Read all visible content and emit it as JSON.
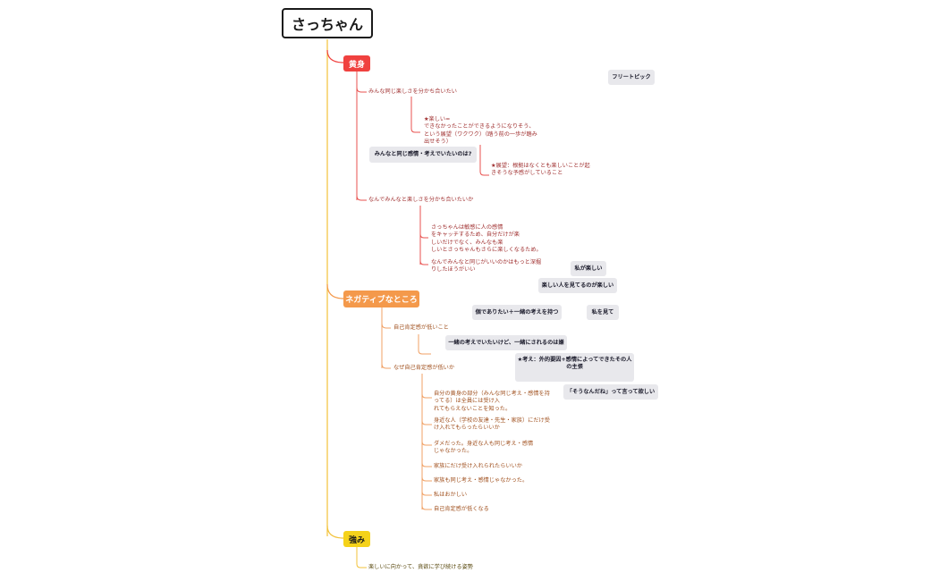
{
  "root": "さっちゃん",
  "branches": {
    "red": "黄身",
    "orange": "ネガティブなところ",
    "yellow": "強み"
  },
  "red_items": {
    "share_fun": "みんな同じ楽しさを分かち合いたい",
    "star_fun": "★楽しい=\nできなかったことができるようになりそう、\nという展望（ワクワク）（踏う前の一歩が踏み\n出せそう）",
    "star_prospect": "★展望：根拠はなくとも楽しいことが起\nきそうな予感がしていること",
    "why_share": "なんでみんなと楽しさを分かち合いたいか",
    "sensitive": "さっちゃんは敏感に人の感情\nをキャッチするため、自分だけが楽\nしいだけでなく、みんなも楽\nしいとさっちゃんもさらに楽しくなるため。",
    "dig_deeper": "なんでみんなと同じがいいのかはもっと深掘\nりしたほうがいい"
  },
  "orange_items": {
    "low_self": "自己肯定感が低いこと",
    "why_low": "なぜ自己肯定感が低いか",
    "c1": "自分の黄身の部分（みんな同じ考え・感情を持\nってる）は全員には受け入\nれてもらえないことを知った。",
    "c2": "身近な人（学校の友達・先生・家族）にだけ受\nけ入れてもらったらいいか",
    "c3": "ダメだった。身近な人も同じ考え・感情\nじゃなかった。",
    "c4": "家族にだけ受け入れられたらいいか",
    "c5": "家族も同じ考え・感情じゃなかった。",
    "c6": "私はおかしい",
    "c7": "自己肯定感が低くなる"
  },
  "yellow_items": {
    "s1": "楽しいに向かって、貪欲に学び続ける姿勢"
  },
  "notes": {
    "free_topic": "フリートピック",
    "same_feelings": "みんなと同じ感情・考えでいたいのは?",
    "i_am_fun": "私が楽しい",
    "fun_people": "楽しい人を見てるのが楽しい",
    "want_same": "個でありたい＋一緒の考えを持つ",
    "see_me": "私を見て",
    "same_but": "一緒の考えでいたいけど、一緒にされるのは嫌",
    "star_thought": "★考え：外的要因+感情によってできたその人\nの主張",
    "sou_nanda": "「そうなんだね」って言って欲しい"
  },
  "colors": {
    "red": "#f0413f",
    "orange": "#f4994b",
    "yellow": "#f5d21a",
    "red_line": "#e8524f",
    "orange_line": "#f0a064",
    "yellow_line": "#f2c23a"
  }
}
